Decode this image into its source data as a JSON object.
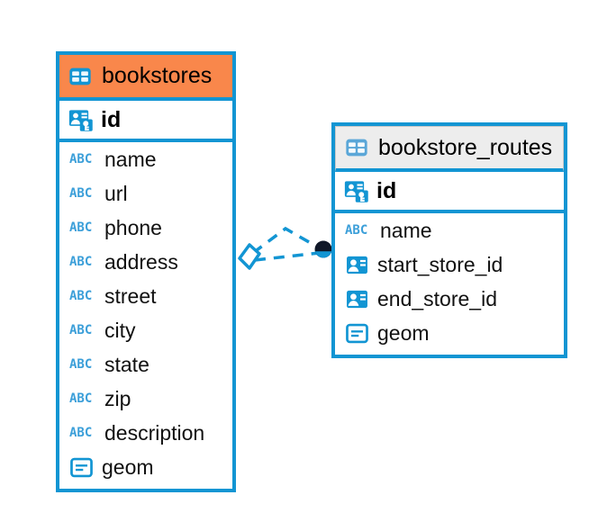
{
  "diagram": {
    "title": "database-schema-er-diagram",
    "colors": {
      "border_blue": "#1295d3",
      "header_orange": "#f9874b",
      "header_grey": "#ededed",
      "icon_blue": "#1295d3",
      "abc_blue": "#3c9fd9",
      "connector_blue": "#1295d3",
      "endpoint_dark": "#101828",
      "background": "#ffffff"
    },
    "entities": [
      {
        "id": "bookstores",
        "name": "bookstores",
        "header_style": "orange",
        "table_icon": "table-icon",
        "primary_key": {
          "name": "id",
          "icon": "primary-key-icon"
        },
        "fields": [
          {
            "name": "name",
            "icon": "abc-text-icon",
            "icon_label": "ABC"
          },
          {
            "name": "url",
            "icon": "abc-text-icon",
            "icon_label": "ABC"
          },
          {
            "name": "phone",
            "icon": "abc-text-icon",
            "icon_label": "ABC"
          },
          {
            "name": "address",
            "icon": "abc-text-icon",
            "icon_label": "ABC"
          },
          {
            "name": "street",
            "icon": "abc-text-icon",
            "icon_label": "ABC"
          },
          {
            "name": "city",
            "icon": "abc-text-icon",
            "icon_label": "ABC"
          },
          {
            "name": "state",
            "icon": "abc-text-icon",
            "icon_label": "ABC"
          },
          {
            "name": "zip",
            "icon": "abc-text-icon",
            "icon_label": "ABC"
          },
          {
            "name": "description",
            "icon": "abc-text-icon",
            "icon_label": "ABC"
          },
          {
            "name": "geom",
            "icon": "geometry-icon",
            "icon_label": ""
          }
        ]
      },
      {
        "id": "bookstore_routes",
        "name": "bookstore_routes",
        "header_style": "grey",
        "table_icon": "table-icon",
        "primary_key": {
          "name": "id",
          "icon": "primary-key-icon"
        },
        "fields": [
          {
            "name": "name",
            "icon": "abc-text-icon",
            "icon_label": "ABC"
          },
          {
            "name": "start_store_id",
            "icon": "foreign-key-icon",
            "icon_label": ""
          },
          {
            "name": "end_store_id",
            "icon": "foreign-key-icon",
            "icon_label": ""
          },
          {
            "name": "geom",
            "icon": "geometry-icon",
            "icon_label": ""
          }
        ]
      }
    ],
    "relationship": {
      "source_entity": "bookstores",
      "target_entity": "bookstore_routes",
      "source_endpoint": "diamond-endpoint",
      "target_endpoint": "filled-circle-endpoint",
      "line_style": "dashed"
    }
  }
}
